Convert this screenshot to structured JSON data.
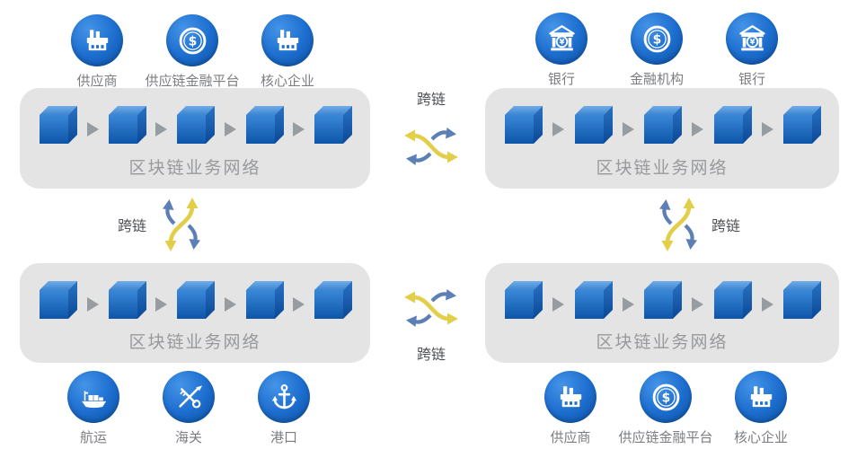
{
  "diagram": {
    "cube_count": 5,
    "network_box_label": "区块链业务网络",
    "cross_chain_label": "跨链"
  },
  "colors": {
    "box_gray": "#e4e4e4",
    "icon_circle_blue": "#1d6ecf",
    "cube_front_blue_top": "#3a87d8",
    "cube_front_blue_bottom": "#0d55a8",
    "arrow_yellow": "#e2ce49",
    "arrow_steel_blue": "#5c80b5",
    "flow_arrow_gray": "#979ca1",
    "box_label_gray": "#97999c",
    "icon_label_gray": "#7b7d80",
    "cross_chain_text": "#4e5054"
  },
  "groups": {
    "top_left": {
      "icons": [
        {
          "icon": "factory-icon",
          "label": "供应商"
        },
        {
          "icon": "coin-dollar-icon",
          "label": "供应链金融平台"
        },
        {
          "icon": "factory-icon",
          "label": "核心企业"
        }
      ]
    },
    "top_right": {
      "icons": [
        {
          "icon": "bank-yen-icon",
          "label": "银行"
        },
        {
          "icon": "coin-dollar-icon",
          "label": "金融机构"
        },
        {
          "icon": "bank-yen-icon",
          "label": "银行"
        }
      ]
    },
    "bottom_left": {
      "icons": [
        {
          "icon": "cargo-ship-icon",
          "label": "航运"
        },
        {
          "icon": "customs-icon",
          "label": "海关"
        },
        {
          "icon": "anchor-icon",
          "label": "港口"
        }
      ]
    },
    "bottom_right": {
      "icons": [
        {
          "icon": "factory-icon",
          "label": "供应商"
        },
        {
          "icon": "coin-dollar-icon",
          "label": "供应链金融平台"
        },
        {
          "icon": "factory-icon",
          "label": "核心企业"
        }
      ]
    }
  },
  "network_boxes": {
    "top_left": {
      "label": "区块链业务网络"
    },
    "top_right": {
      "label": "区块链业务网络"
    },
    "bottom_left": {
      "label": "区块链业务网络"
    },
    "bottom_right": {
      "label": "区块链业务网络"
    }
  },
  "connectors": {
    "top_middle": {
      "label": "跨链"
    },
    "bottom_middle": {
      "label": "跨链"
    },
    "left": {
      "label": "跨链"
    },
    "right": {
      "label": "跨链"
    }
  }
}
